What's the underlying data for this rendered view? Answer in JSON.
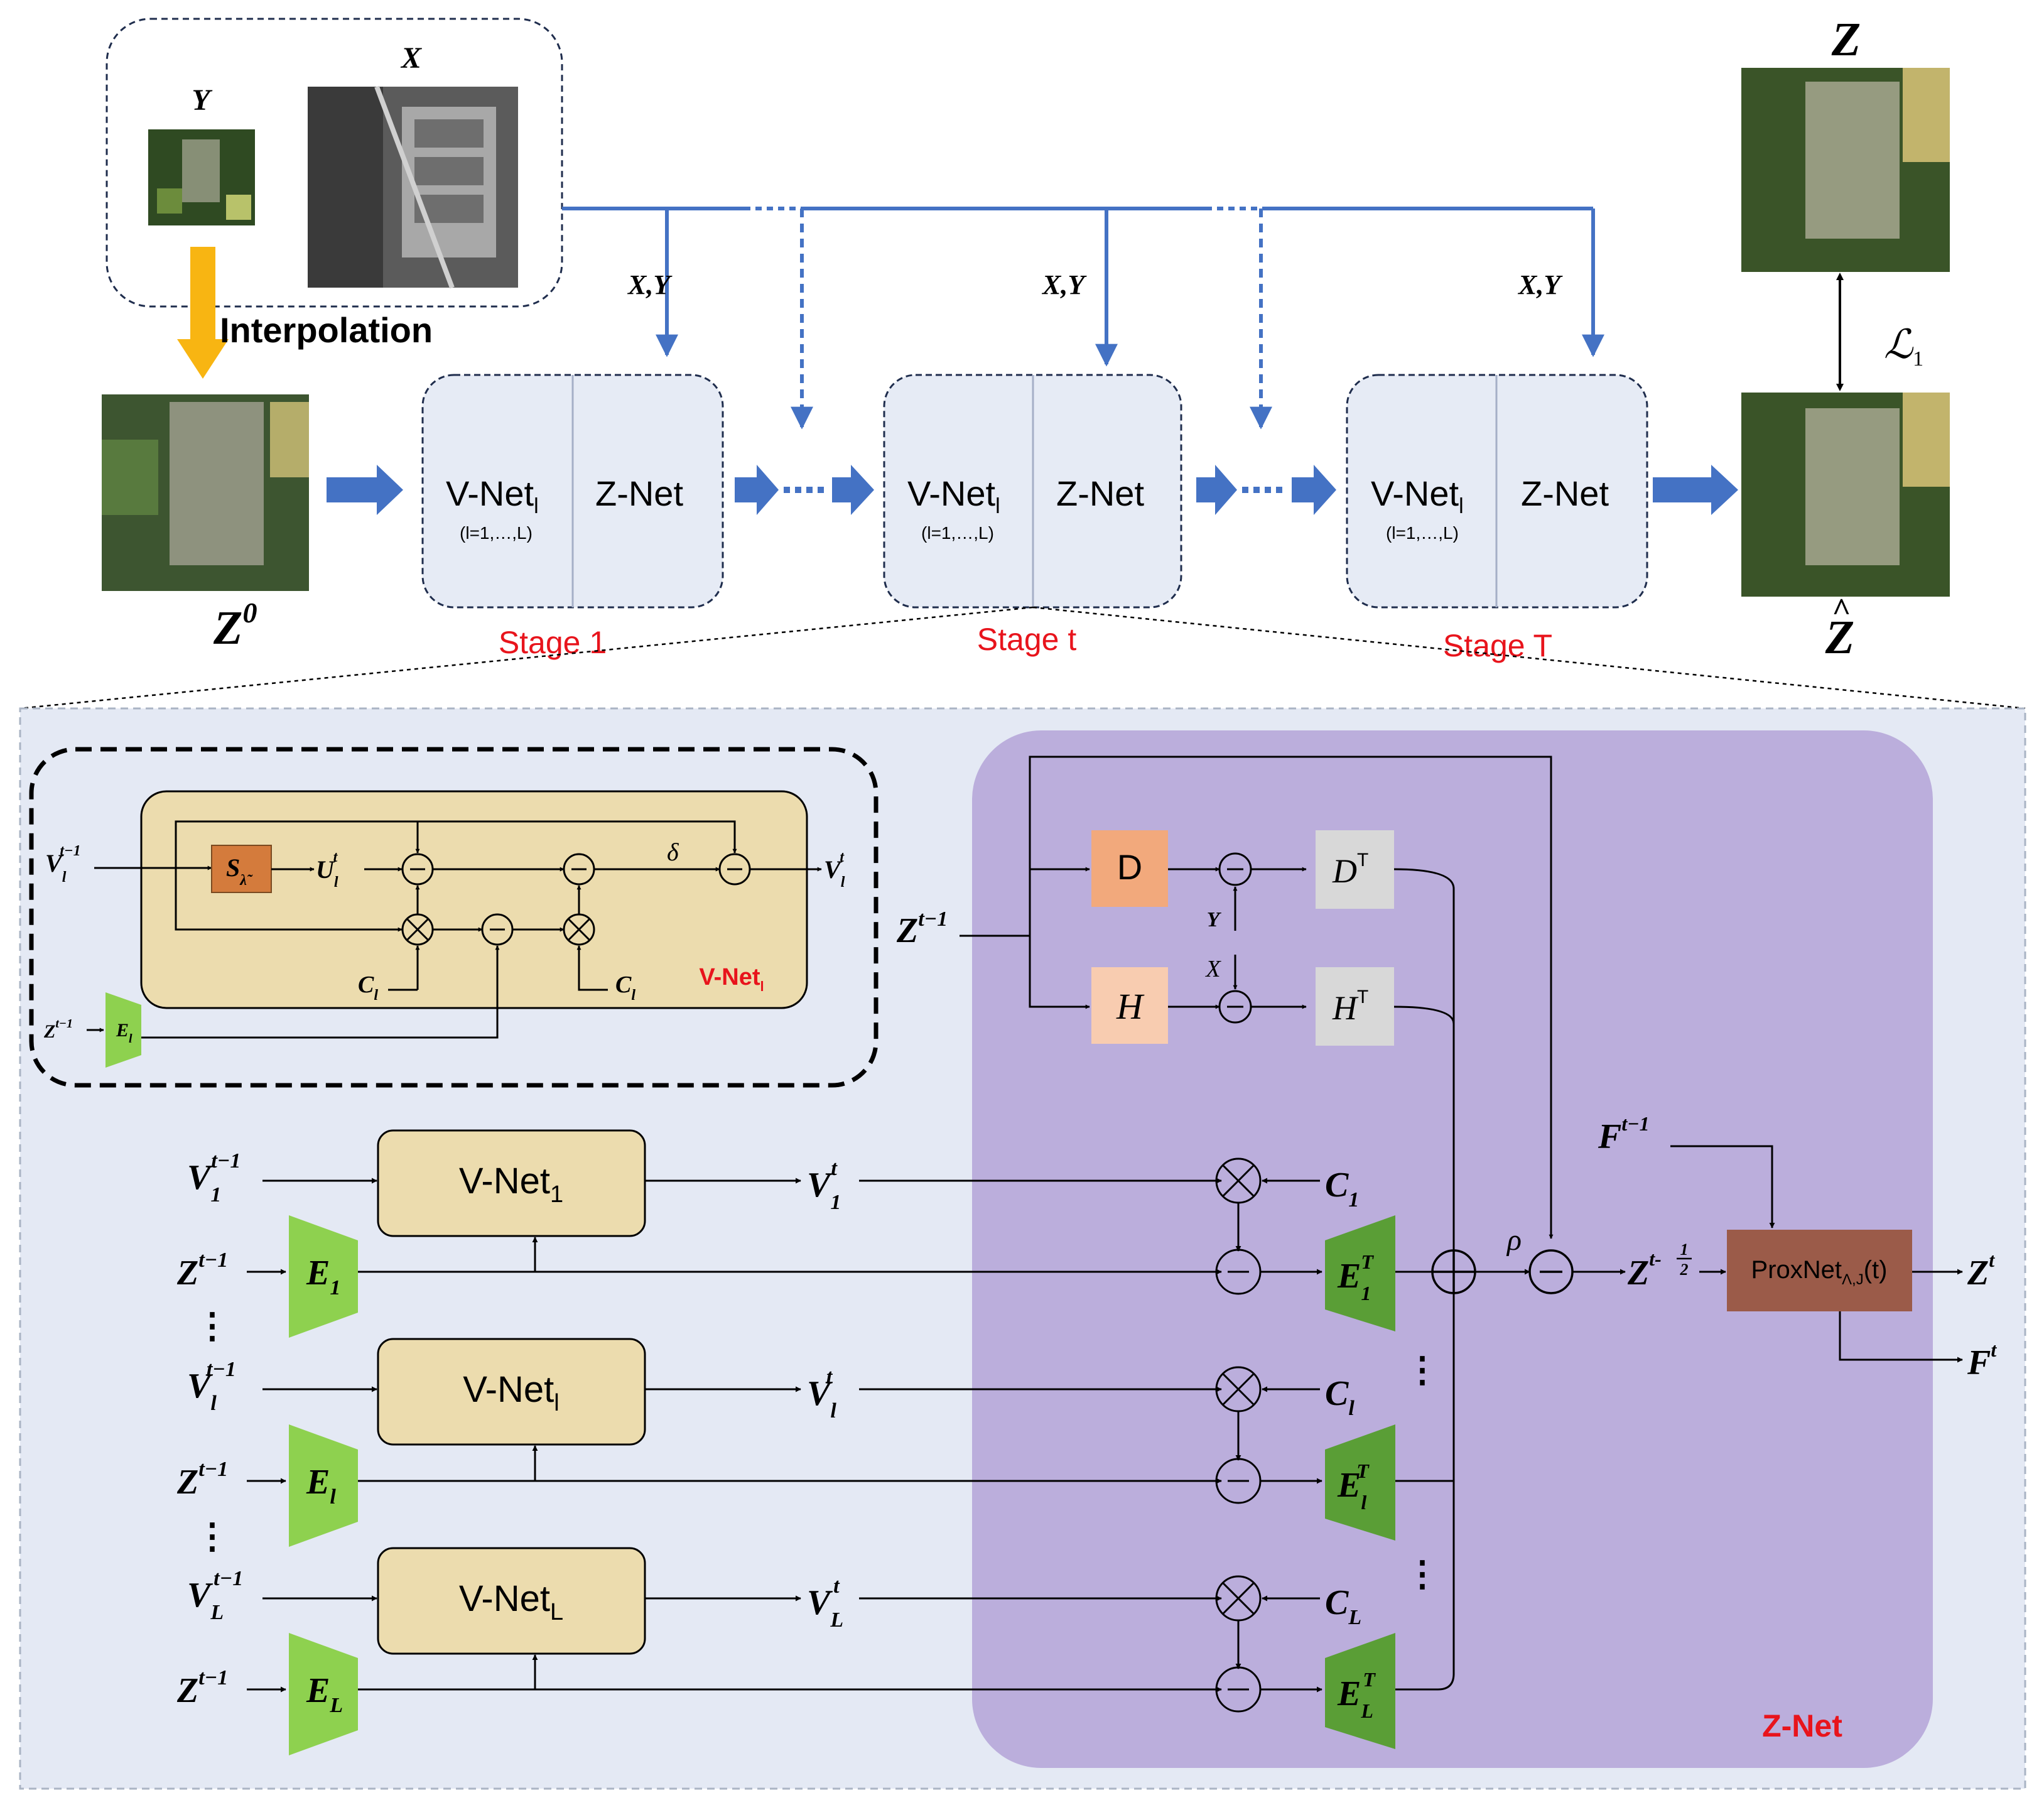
{
  "inputs": {
    "y_label": "Y",
    "x_label": "X",
    "interp_label": "Interpolation",
    "z0_main": "Z",
    "z0_sup": "0"
  },
  "feeds": {
    "xy": "X,Y"
  },
  "stages": [
    {
      "vnet": "V-Net",
      "vnet_sub": "l",
      "range": "(l=1,…,L)",
      "znet": "Z-Net",
      "label": "Stage 1"
    },
    {
      "vnet": "V-Net",
      "vnet_sub": "l",
      "range": "(l=1,…,L)",
      "znet": "Z-Net",
      "label": "Stage t"
    },
    {
      "vnet": "V-Net",
      "vnet_sub": "l",
      "range": "(l=1,…,L)",
      "znet": "Z-Net",
      "label": "Stage T"
    }
  ],
  "outputs": {
    "z_label": "Z",
    "zhat_label": "Z",
    "loss": "ℒ",
    "loss_sub": "1"
  },
  "vnet_detail": {
    "v_in": "V",
    "v_in_sub": "l",
    "v_in_sup": "t−1",
    "s": "S",
    "s_sub": "λ̃",
    "u": "U",
    "u_sub": "l",
    "u_sup": "t",
    "delta": "δ",
    "v_out": "V",
    "v_out_sub": "l",
    "v_out_sup": "t",
    "c1": "C",
    "c1_sub": "l",
    "c2": "C",
    "c2_sub": "l",
    "z_in": "Z",
    "z_in_sup": "t−1",
    "e": "E",
    "e_sub": "l",
    "title": "V-Net",
    "title_sub": "l"
  },
  "rows": [
    {
      "v_in": "V",
      "v_in_sub": "1",
      "sup": "t−1",
      "z_in": "Z",
      "z_sup": "t−1",
      "e": "E",
      "e_sub": "1",
      "box": "V-Net",
      "box_sub": "1",
      "v_out": "V",
      "v_out_sub": "1",
      "v_out_sup": "t",
      "c": "C",
      "c_sub": "1",
      "et": "E",
      "et_sub": "1",
      "et_sup": "T"
    },
    {
      "v_in": "V",
      "v_in_sub": "l",
      "sup": "t−1",
      "z_in": "Z",
      "z_sup": "t−1",
      "e": "E",
      "e_sub": "l",
      "box": "V-Net",
      "box_sub": "l",
      "v_out": "V",
      "v_out_sub": "l",
      "v_out_sup": "t",
      "c": "C",
      "c_sub": "l",
      "et": "E",
      "et_sub": "l",
      "et_sup": "T"
    },
    {
      "v_in": "V",
      "v_in_sub": "L",
      "sup": "t−1",
      "z_in": "Z",
      "z_sup": "t−1",
      "e": "E",
      "e_sub": "L",
      "box": "V-Net",
      "box_sub": "L",
      "v_out": "V",
      "v_out_sub": "L",
      "v_out_sup": "t",
      "c": "C",
      "c_sub": "L",
      "et": "E",
      "et_sub": "L",
      "et_sup": "T"
    }
  ],
  "znet": {
    "z_in": "Z",
    "z_in_sup": "t−1",
    "d": "D",
    "dt": "D",
    "dt_sup": "T",
    "h": "H",
    "ht": "H",
    "ht_sup": "T",
    "y": "Y",
    "x": "X",
    "rho": "ρ",
    "zhalf": "Z",
    "zhalf_sup": "t-",
    "f_in": "F",
    "f_in_sup": "t−1",
    "prox": "ProxNet",
    "prox_sub": "Λ,J",
    "prox_arg": "(t)",
    "z_out": "Z",
    "z_out_sup": "t",
    "f_out": "F",
    "f_out_sup": "t",
    "title": "Z-Net"
  },
  "colors": {
    "blue": "#4472c4",
    "red": "#e8141c",
    "panel": "#e4e9f4",
    "purple": "#bbaedc",
    "beige": "#ecdcae",
    "green_light": "#8ed14f",
    "green_dark": "#5a9e36",
    "orange_d": "#f2a97c",
    "orange_h": "#f8ccb0",
    "gray": "#d8d8d8",
    "brown": "#9b5b49",
    "s_block": "#d47b3c",
    "arrow_orange": "#f8b512"
  }
}
